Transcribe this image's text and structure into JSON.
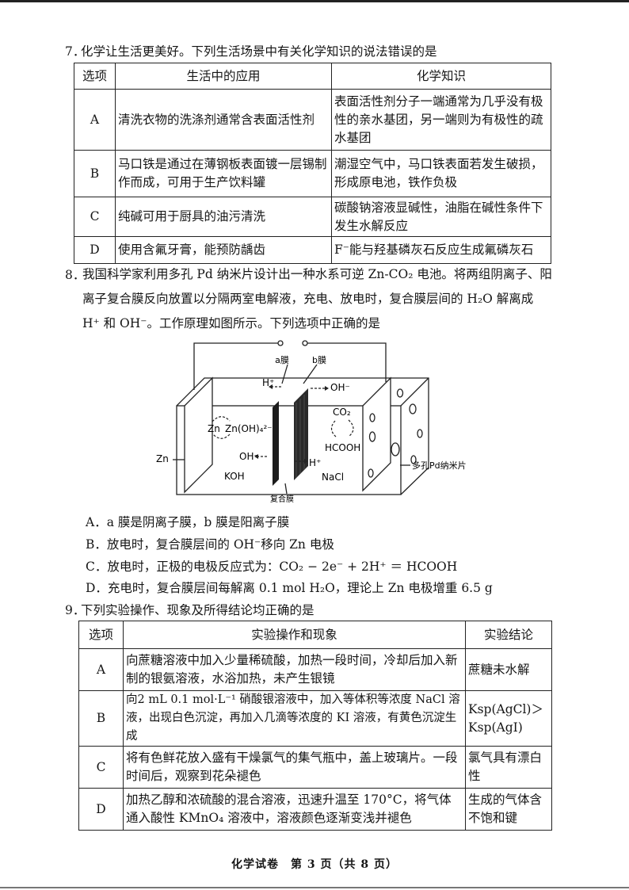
{
  "q7": {
    "number": "7．",
    "stem": "化学让生活更美好。下列生活场景中有关化学知识的说法错误的是",
    "headers": [
      "选项",
      "生活中的应用",
      "化学知识"
    ],
    "rows": [
      {
        "key": "A",
        "app": "清洗衣物的洗涤剂通常含表面活性剂",
        "know": "表面活性剂分子一端通常为几乎没有极性的亲水基团，另一端则为有极性的疏水基团"
      },
      {
        "key": "B",
        "app": "马口铁是通过在薄钢板表面镀一层锡制作而成，可用于生产饮料罐",
        "know": "潮湿空气中，马口铁表面若发生破损，形成原电池，铁作负极"
      },
      {
        "key": "C",
        "app": "纯碱可用于厨具的油污清洗",
        "know": "碳酸钠溶液显碱性，油脂在碱性条件下发生水解反应"
      },
      {
        "key": "D",
        "app": "使用含氟牙膏，能预防龋齿",
        "know": "F⁻能与羟基磷灰石反应生成氟磷灰石"
      }
    ]
  },
  "q8": {
    "number": "8．",
    "stem_lines": [
      "我国科学家利用多孔 Pd 纳米片设计出一种水系可逆 Zn-CO₂ 电池。将两组阴离子、阳",
      "离子复合膜反向放置以分隔两室电解液，充电、放电时，复合膜层间的 H₂O 解离成",
      "H⁺ 和 OH⁻。工作原理如图所示。下列选项中正确的是"
    ],
    "diagram": {
      "membrane_a": "a膜",
      "membrane_b": "b膜",
      "h_plus_top": "H⁺",
      "oh_minus_top": "OH⁻",
      "zn_label": "Zn",
      "zn_cycle": "Zn",
      "zincate": "Zn(OH)₄²⁻",
      "koh": "KOH",
      "oh_minus_bottom": "OH⁻",
      "co2": "CO₂",
      "hcooh": "HCOOH",
      "h_plus_bottom": "H⁺",
      "nacl": "NaCl",
      "pd_label": "多孔Pd纳米片",
      "composite_label": "复合膜"
    },
    "options": [
      "A．a 膜是阴离子膜，b 膜是阳离子膜",
      "B．放电时，复合膜层间的 OH⁻移向 Zn 电极",
      "C．放电时，正极的电极反应式为：CO₂ − 2e⁻ + 2H⁺ ＝ HCOOH",
      "D．充电时，复合膜层间每解离 0.1 mol H₂O，理论上 Zn 电极增重 6.5 g"
    ]
  },
  "q9": {
    "number": "9．",
    "stem": "下列实验操作、现象及所得结论均正确的是",
    "headers": [
      "选项",
      "实验操作和现象",
      "实验结论"
    ],
    "rows": [
      {
        "key": "A",
        "op": "向蔗糖溶液中加入少量稀硫酸，加热一段时间，冷却后加入新制的银氨溶液，水浴加热，未产生银镜",
        "con": "蔗糖未水解"
      },
      {
        "key": "B",
        "op": "向2 mL 0.1 mol·L⁻¹ 硝酸银溶液中，加入等体积等浓度 NaCl 溶液，出现白色沉淀，再加入几滴等浓度的 KI 溶液，有黄色沉淀生成",
        "con": "Ksp(AgCl)＞Ksp(AgI)"
      },
      {
        "key": "C",
        "op": "将有色鲜花放入盛有干燥氯气的集气瓶中，盖上玻璃片。一段时间后，观察到花朵褪色",
        "con": "氯气具有漂白性"
      },
      {
        "key": "D",
        "op": "加热乙醇和浓硫酸的混合溶液，迅速升温至 170°C，将气体通入酸性 KMnO₄ 溶液中，溶液颜色逐渐变浅并褪色",
        "con": "生成的气体含不饱和键"
      }
    ]
  },
  "footer": "化学试卷　第 3 页（共 8 页）"
}
